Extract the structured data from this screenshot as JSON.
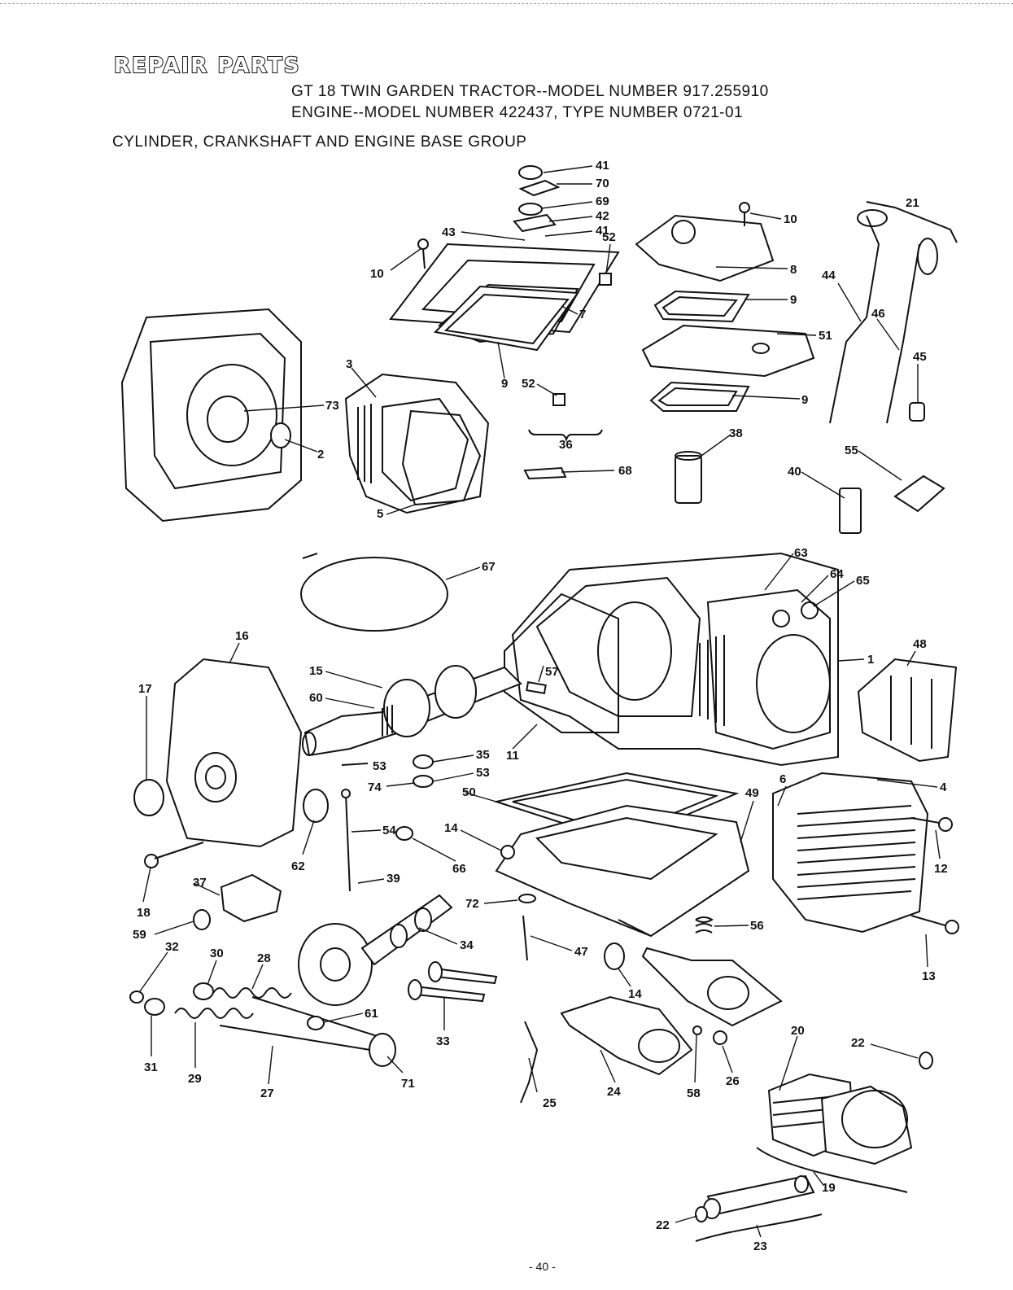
{
  "header": {
    "title": "REPAIR PARTS",
    "line1": "GT 18 TWIN GARDEN TRACTOR--MODEL NUMBER 917.255910",
    "line2": "ENGINE--MODEL  NUMBER 422437, TYPE NUMBER 0721-01",
    "group": "CYLINDER, CRANKSHAFT AND ENGINE BASE GROUP"
  },
  "page_number": "- 40 -",
  "callouts": [
    "41",
    "70",
    "69",
    "42",
    "41",
    "43",
    "52",
    "10",
    "10",
    "21",
    "8",
    "9",
    "51",
    "9",
    "44",
    "46",
    "45",
    "7",
    "9",
    "52",
    "36",
    "38",
    "68",
    "55",
    "40",
    "3",
    "73",
    "2",
    "5",
    "67",
    "63",
    "64",
    "65",
    "48",
    "1",
    "16",
    "15",
    "60",
    "57",
    "17",
    "11",
    "35",
    "53",
    "53",
    "74",
    "50",
    "49",
    "6",
    "4",
    "14",
    "54",
    "66",
    "62",
    "12",
    "18",
    "37",
    "39",
    "72",
    "56",
    "59",
    "34",
    "47",
    "13",
    "14",
    "32",
    "30",
    "28",
    "61",
    "33",
    "20",
    "22",
    "31",
    "29",
    "27",
    "71",
    "25",
    "24",
    "58",
    "26",
    "19",
    "22",
    "23"
  ],
  "colors": {
    "ink": "#111111",
    "paper": "#ffffff"
  }
}
